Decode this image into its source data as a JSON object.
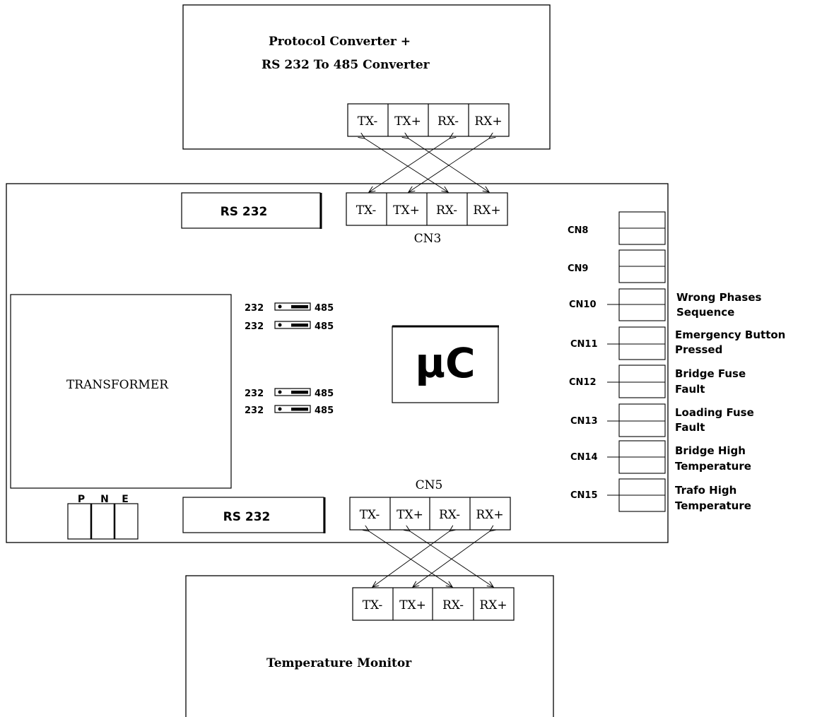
{
  "protocol_converter": {
    "title_line1": "Protocol Converter +",
    "title_line2": "RS 232 To 485 Converter",
    "terminals": [
      "TX-",
      "TX+",
      "RX-",
      "RX+"
    ]
  },
  "main_board": {
    "rs232_top": "RS 232",
    "rs232_bottom": "RS 232",
    "cn3": {
      "label": "CN3",
      "terminals": [
        "TX-",
        "TX+",
        "RX-",
        "RX+"
      ]
    },
    "cn5": {
      "label": "CN5",
      "terminals": [
        "TX-",
        "TX+",
        "RX-",
        "RX+"
      ]
    },
    "transformer": "TRANSFORMER",
    "microcontroller": "µC",
    "jumpers": [
      {
        "left": "232",
        "right": "485"
      },
      {
        "left": "232",
        "right": "485"
      },
      {
        "left": "232",
        "right": "485"
      },
      {
        "left": "232",
        "right": "485"
      }
    ],
    "power_terminals": [
      "P",
      "N",
      "E"
    ],
    "connectors": [
      {
        "label": "CN8",
        "line1": "",
        "line2": ""
      },
      {
        "label": "CN9",
        "line1": "",
        "line2": ""
      },
      {
        "label": "CN10",
        "line1": "Wrong Phases",
        "line2": "Sequence"
      },
      {
        "label": "CN11",
        "line1": "Emergency Button",
        "line2": "Pressed"
      },
      {
        "label": "CN12",
        "line1": "Bridge Fuse",
        "line2": "Fault"
      },
      {
        "label": "CN13",
        "line1": "Loading Fuse",
        "line2": "Fault"
      },
      {
        "label": "CN14",
        "line1": "Bridge High",
        "line2": "Temperature"
      },
      {
        "label": "CN15",
        "line1": "Trafo High",
        "line2": "Temperature"
      }
    ]
  },
  "temperature_monitor": {
    "title": "Temperature Monitor",
    "terminals": [
      "TX-",
      "TX+",
      "RX-",
      "RX+"
    ]
  }
}
